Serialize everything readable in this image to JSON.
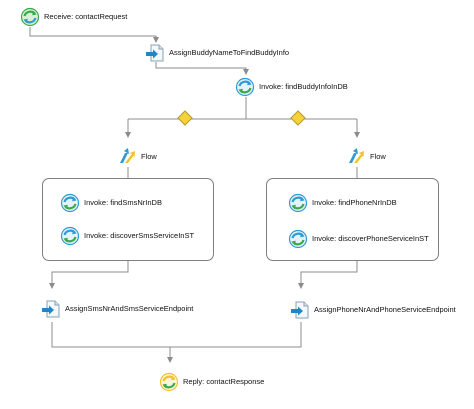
{
  "workflow": {
    "receive": {
      "label": "Receive: contactRequest",
      "icon": "receive-icon"
    },
    "assign_main": {
      "label": "AssignBuddyNameToFindBuddyInfo",
      "icon": "assign-icon"
    },
    "invoke_main": {
      "label": "Invoke: findBuddyInfoInDB",
      "icon": "invoke-icon"
    },
    "left_branch": {
      "flow_label": "Flow",
      "invokes": [
        {
          "label": "Invoke: findSmsNrInDB"
        },
        {
          "label": "Invoke: discoverSmsServiceInST"
        }
      ],
      "assign_label": "AssignSmsNrAndSmsServiceEndpoint"
    },
    "right_branch": {
      "flow_label": "Flow",
      "invokes": [
        {
          "label": "Invoke: findPhoneNrInDB"
        },
        {
          "label": "Invoke: discoverPhoneServiceInST"
        }
      ],
      "assign_label": "AssignPhoneNrAndPhoneServiceEndpoint"
    },
    "reply": {
      "label": "Reply: contactResponse",
      "icon": "reply-icon"
    }
  },
  "colors": {
    "connector": "#8c8c8c",
    "gateway": "#f3d23a",
    "gateway_border": "#b9972a",
    "invoke_blue": "#2f9ad3",
    "receive_green": "#39a94a",
    "assign_arrow": "#1f87c8",
    "flow_yellow": "#f2c22d"
  }
}
